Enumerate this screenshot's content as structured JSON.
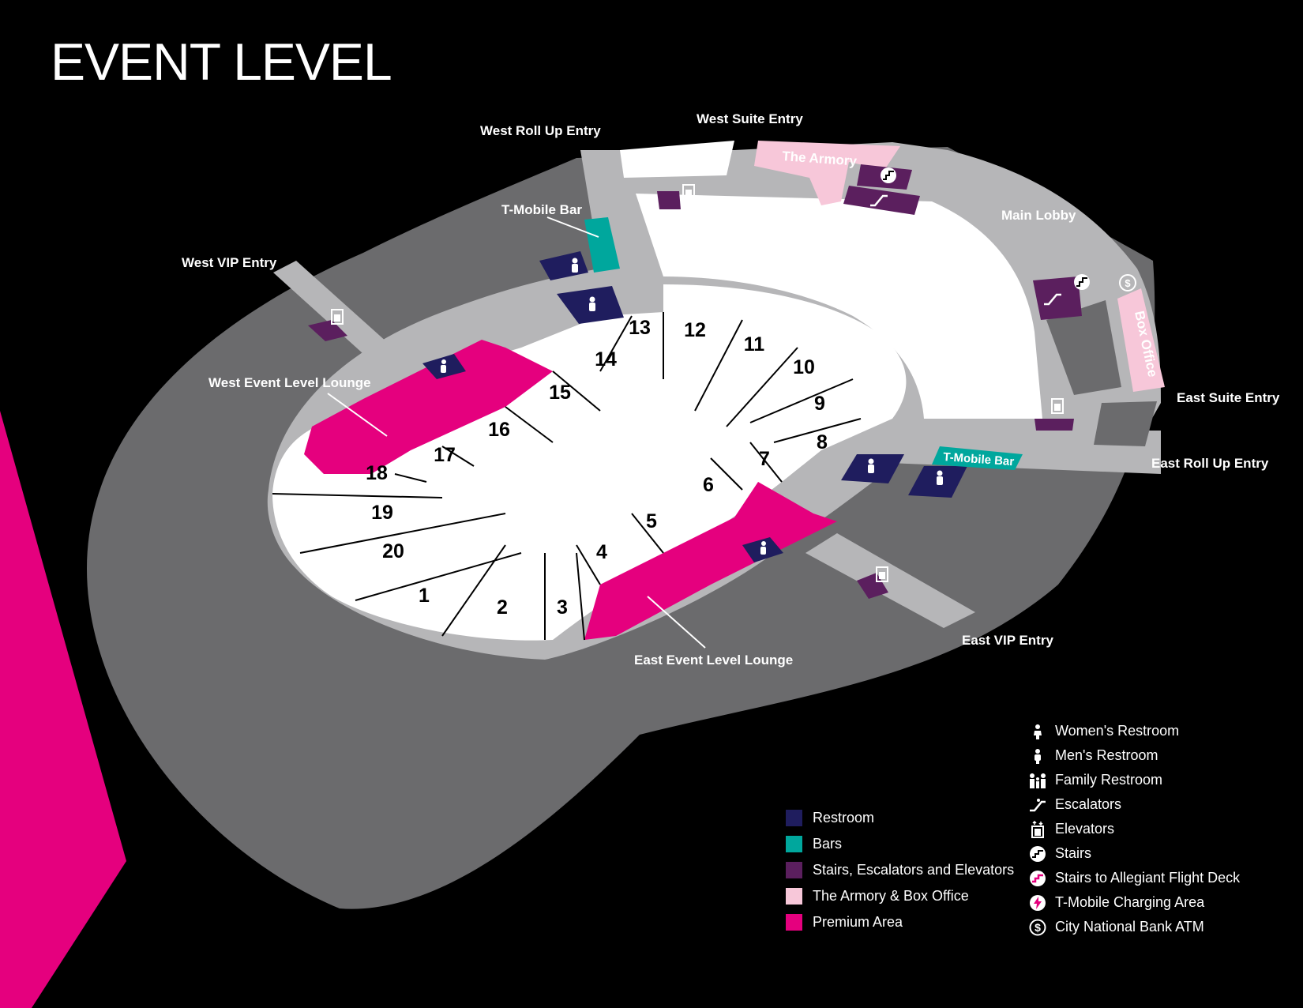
{
  "title": "EVENT LEVEL",
  "colors": {
    "restroom": "#1f1d5e",
    "bar": "#00a79d",
    "vertical": "#5b1f5e",
    "armory": "#f7c7d9",
    "premium": "#e5007e",
    "concourse": "#b6b6b8",
    "outer": "#6b6b6d",
    "seats": "#ffffff"
  },
  "sections": [
    "1",
    "2",
    "3",
    "4",
    "5",
    "6",
    "7",
    "8",
    "9",
    "10",
    "11",
    "12",
    "13",
    "14",
    "15",
    "16",
    "17",
    "18",
    "19",
    "20"
  ],
  "labels": {
    "west_roll_up": "West Roll Up Entry",
    "west_suite": "West Suite Entry",
    "the_armory": "The Armory",
    "main_lobby": "Main Lobby",
    "tmobile_bar_north": "T-Mobile Bar",
    "west_vip": "West VIP Entry",
    "west_lounge": "West Event Level Lounge",
    "box_office": "Box Office",
    "east_suite": "East Suite Entry",
    "tmobile_bar_east": "T-Mobile Bar",
    "east_roll_up": "East Roll Up Entry",
    "east_vip": "East VIP Entry",
    "east_lounge": "East Event Level Lounge"
  },
  "legend_colors": [
    {
      "label": "Restroom",
      "color": "#1f1d5e"
    },
    {
      "label": "Bars",
      "color": "#00a79d"
    },
    {
      "label": "Stairs, Escalators and Elevators",
      "color": "#5b1f5e"
    },
    {
      "label": "The Armory & Box Office",
      "color": "#f7c7d9"
    },
    {
      "label": "Premium Area",
      "color": "#e5007e"
    }
  ],
  "legend_icons": [
    {
      "label": "Women's Restroom",
      "icon": "women-restroom-icon"
    },
    {
      "label": "Men's Restroom",
      "icon": "men-restroom-icon"
    },
    {
      "label": "Family Restroom",
      "icon": "family-restroom-icon"
    },
    {
      "label": "Escalators",
      "icon": "escalator-icon"
    },
    {
      "label": "Elevators",
      "icon": "elevator-icon"
    },
    {
      "label": "Stairs",
      "icon": "stairs-icon"
    },
    {
      "label": "Stairs to Allegiant Flight Deck",
      "icon": "flight-deck-stairs-icon"
    },
    {
      "label": "T-Mobile Charging Area",
      "icon": "charging-icon"
    },
    {
      "label": "City National Bank ATM",
      "icon": "atm-icon"
    }
  ]
}
